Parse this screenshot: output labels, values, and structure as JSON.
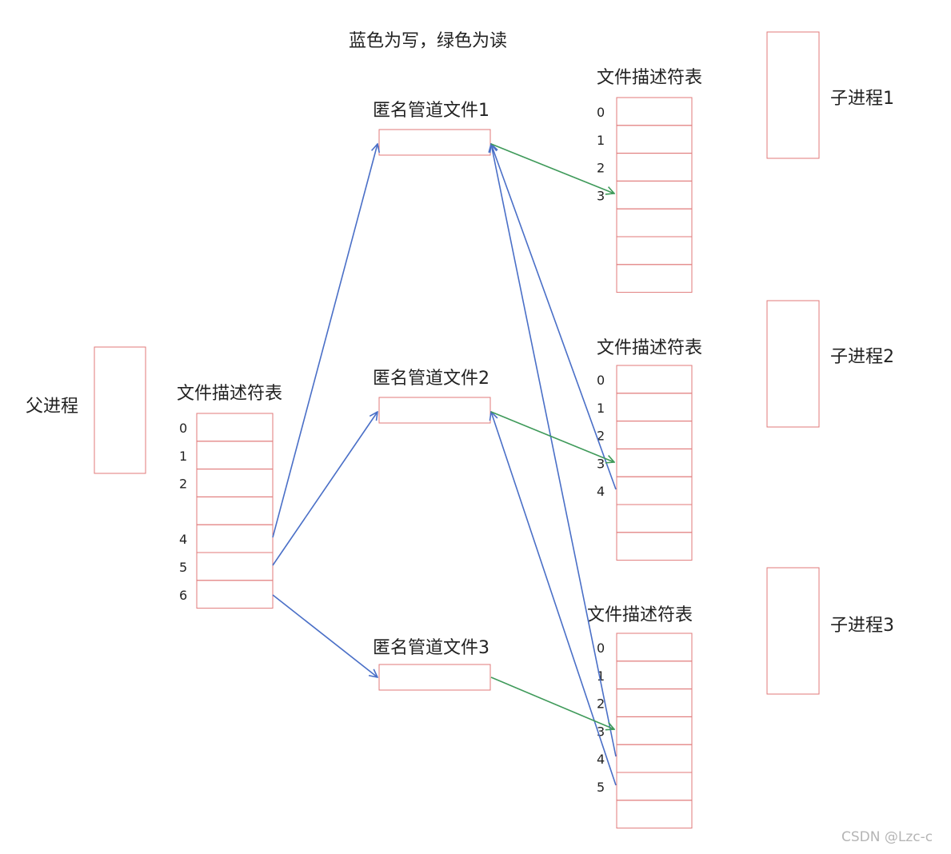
{
  "colors": {
    "box_stroke": "#e07a7a",
    "write_arrow": "#4a6fc7",
    "read_arrow": "#3f9a5a",
    "text": "#222222",
    "watermark": "#b5b5b5"
  },
  "legend": "蓝色为写，绿色为读",
  "parent": {
    "label": "父进程",
    "fd_table": {
      "title": "文件描述符表",
      "indices": [
        "0",
        "1",
        "2",
        "",
        "4",
        "5",
        "6"
      ]
    }
  },
  "pipes": [
    {
      "label": "匿名管道文件1"
    },
    {
      "label": "匿名管道文件2"
    },
    {
      "label": "匿名管道文件3"
    }
  ],
  "children": [
    {
      "label": "子进程1",
      "fd_table": {
        "title": "文件描述符表",
        "indices": [
          "0",
          "1",
          "2",
          "3",
          "",
          "",
          ""
        ]
      }
    },
    {
      "label": "子进程2",
      "fd_table": {
        "title": "文件描述符表",
        "indices": [
          "0",
          "1",
          "2",
          "3",
          "4",
          "",
          ""
        ]
      }
    },
    {
      "label": "子进程3",
      "fd_table": {
        "title": "文件描述符表",
        "indices": [
          "0",
          "1",
          "2",
          "3",
          "4",
          "5",
          ""
        ]
      }
    }
  ],
  "watermark": "CSDN @Lzc-c"
}
